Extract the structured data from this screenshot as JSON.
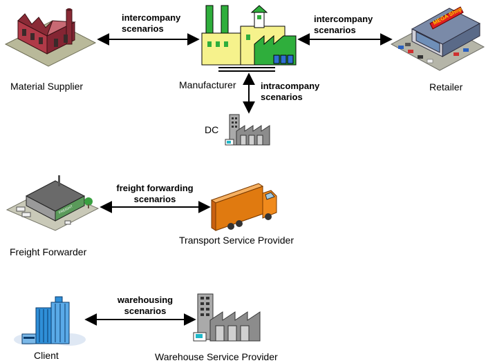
{
  "nodes": {
    "material_supplier": "Material Supplier",
    "manufacturer": "Manufacturer",
    "retailer": "Retailer",
    "dc": "DC",
    "freight_forwarder": "Freight Forwarder",
    "transport_service_provider": "Transport Service Provider",
    "client": "Client",
    "warehouse_service_provider": "Warehouse Service Provider"
  },
  "edges": {
    "supplier_manufacturer": {
      "line1": "intercompany",
      "line2": "scenarios"
    },
    "manufacturer_retailer": {
      "line1": "intercompany",
      "line2": "scenarios"
    },
    "manufacturer_dc": {
      "line1": "intracompany",
      "line2": "scenarios"
    },
    "forwarder_transport": {
      "line1": "freight forwarding",
      "line2": "scenarios"
    },
    "client_warehouse": {
      "line1": "warehousing",
      "line2": "scenarios"
    }
  },
  "retailer_sign": "MEGA Shop",
  "freight_forwarder_sign": "FREIGHT",
  "colors": {
    "factory_red": "#b03a48",
    "manufacturer_yellow": "#f6f28c",
    "manufacturer_green": "#2fae3c",
    "truck_orange": "#f08a1c",
    "building_blue": "#2f8fd8",
    "warehouse_gray": "#8c8c8c"
  }
}
